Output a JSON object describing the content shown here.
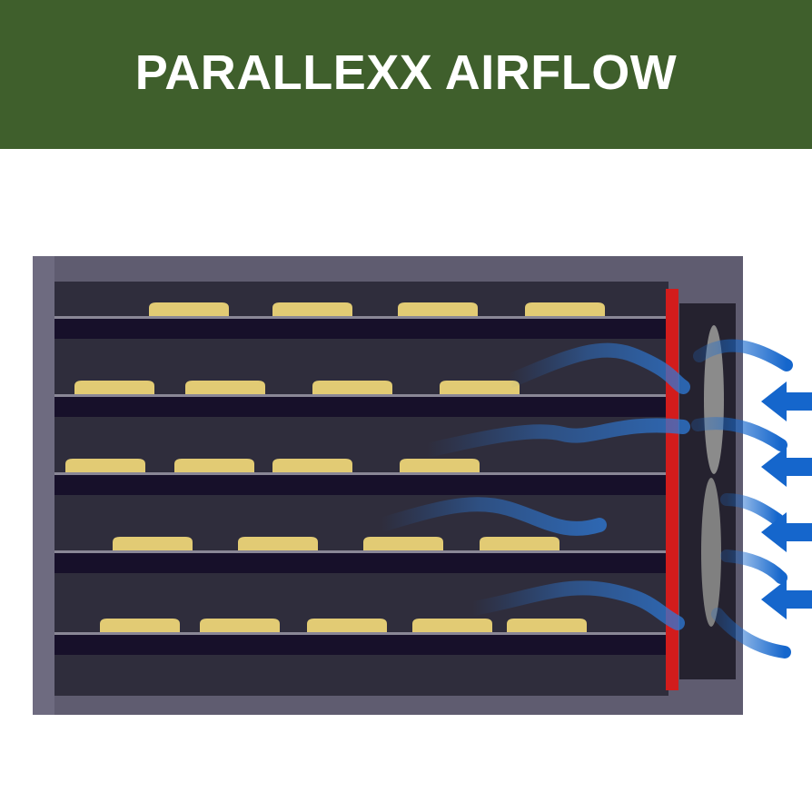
{
  "banner": {
    "title": "PARALLEXX AIRFLOW",
    "background_color": "#3f5f2c",
    "text_color": "#ffffff"
  },
  "diagram": {
    "description_icons": [
      "dehydrator-cabinet",
      "heater-element",
      "fan-icon",
      "airflow-arrow-icon"
    ],
    "shelf_count": 5,
    "food_pieces_per_shelf": [
      4,
      4,
      4,
      4,
      5
    ],
    "colors": {
      "cabinet_frame": "#5f5c70",
      "cabinet_interior": "#2f2d3c",
      "shelf": "#17102a",
      "shelf_rail": "#8a8796",
      "food": "#e2cb74",
      "heater": "#d21c1c",
      "fan_housing": "#25222f",
      "fan_blade": "#8b8b8b",
      "airflow": "#1f6fd0"
    }
  }
}
